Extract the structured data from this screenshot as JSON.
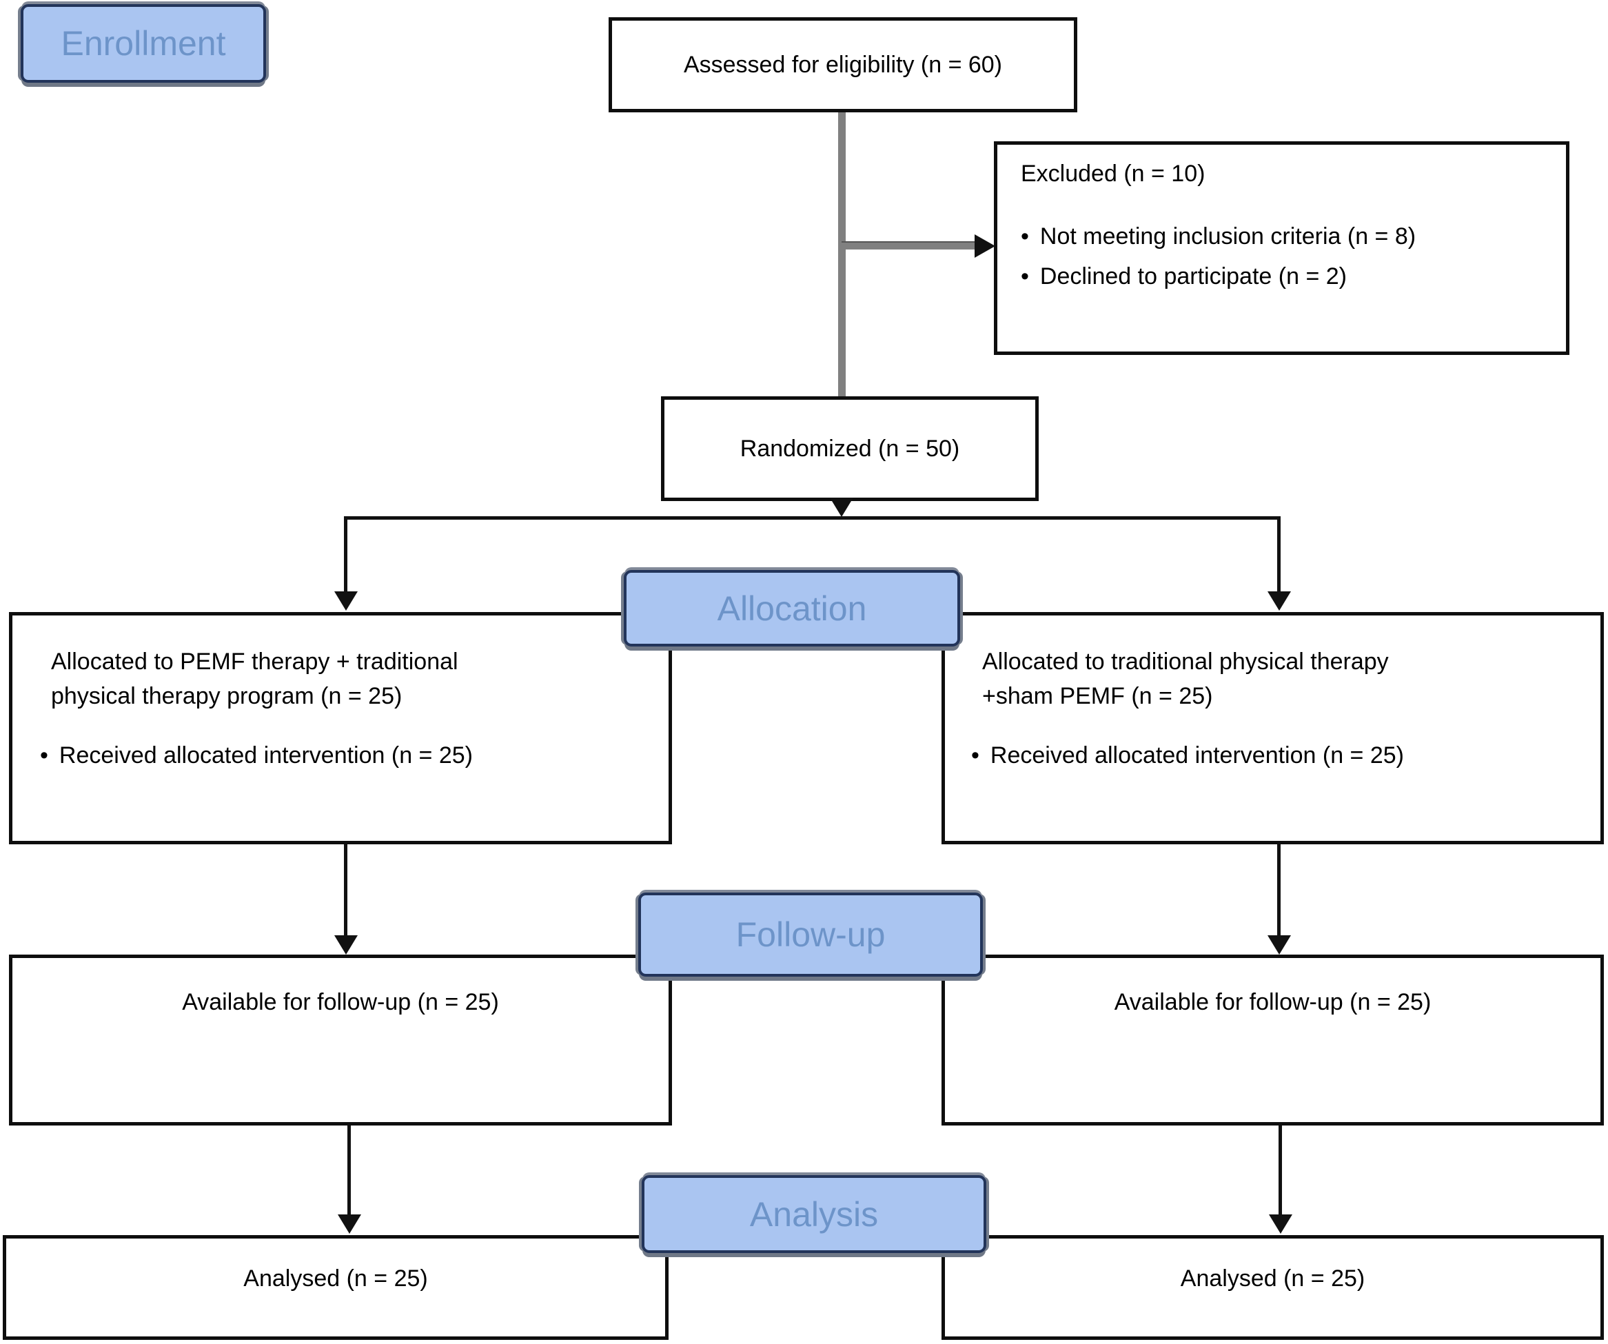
{
  "bullet_glyph": "•",
  "colors": {
    "stage_fill": "#aac5f1",
    "stage_border": "#22345a",
    "stage_text": "#6d94c9",
    "box_border": "#0e0e0e",
    "connector_gray": "#808080",
    "connector_black": "#111111",
    "page_bg": "#ffffff"
  },
  "stages": {
    "enrollment": "Enrollment",
    "allocation": "Allocation",
    "followup": "Follow-up",
    "analysis": "Analysis"
  },
  "enrollment": {
    "assessed": "Assessed for eligibility (n = 60)",
    "excluded_title": "Excluded (n = 10)",
    "excluded_bullets": [
      "Not meeting inclusion criteria (n = 8)",
      "Declined to participate (n = 2)"
    ],
    "randomized": "Randomized (n = 50)"
  },
  "allocation": {
    "left": {
      "title": "Allocated to PEMF therapy + traditional physical therapy program (n = 25)",
      "bullet": "Received allocated intervention (n = 25)"
    },
    "right": {
      "title": "Allocated to traditional physical therapy +sham PEMF (n = 25)",
      "bullet": "Received allocated intervention (n = 25)"
    }
  },
  "followup": {
    "left": "Available for follow-up (n = 25)",
    "right": "Available for follow-up (n = 25)"
  },
  "analysis": {
    "left": "Analysed (n = 25)",
    "right": "Analysed (n = 25)"
  }
}
